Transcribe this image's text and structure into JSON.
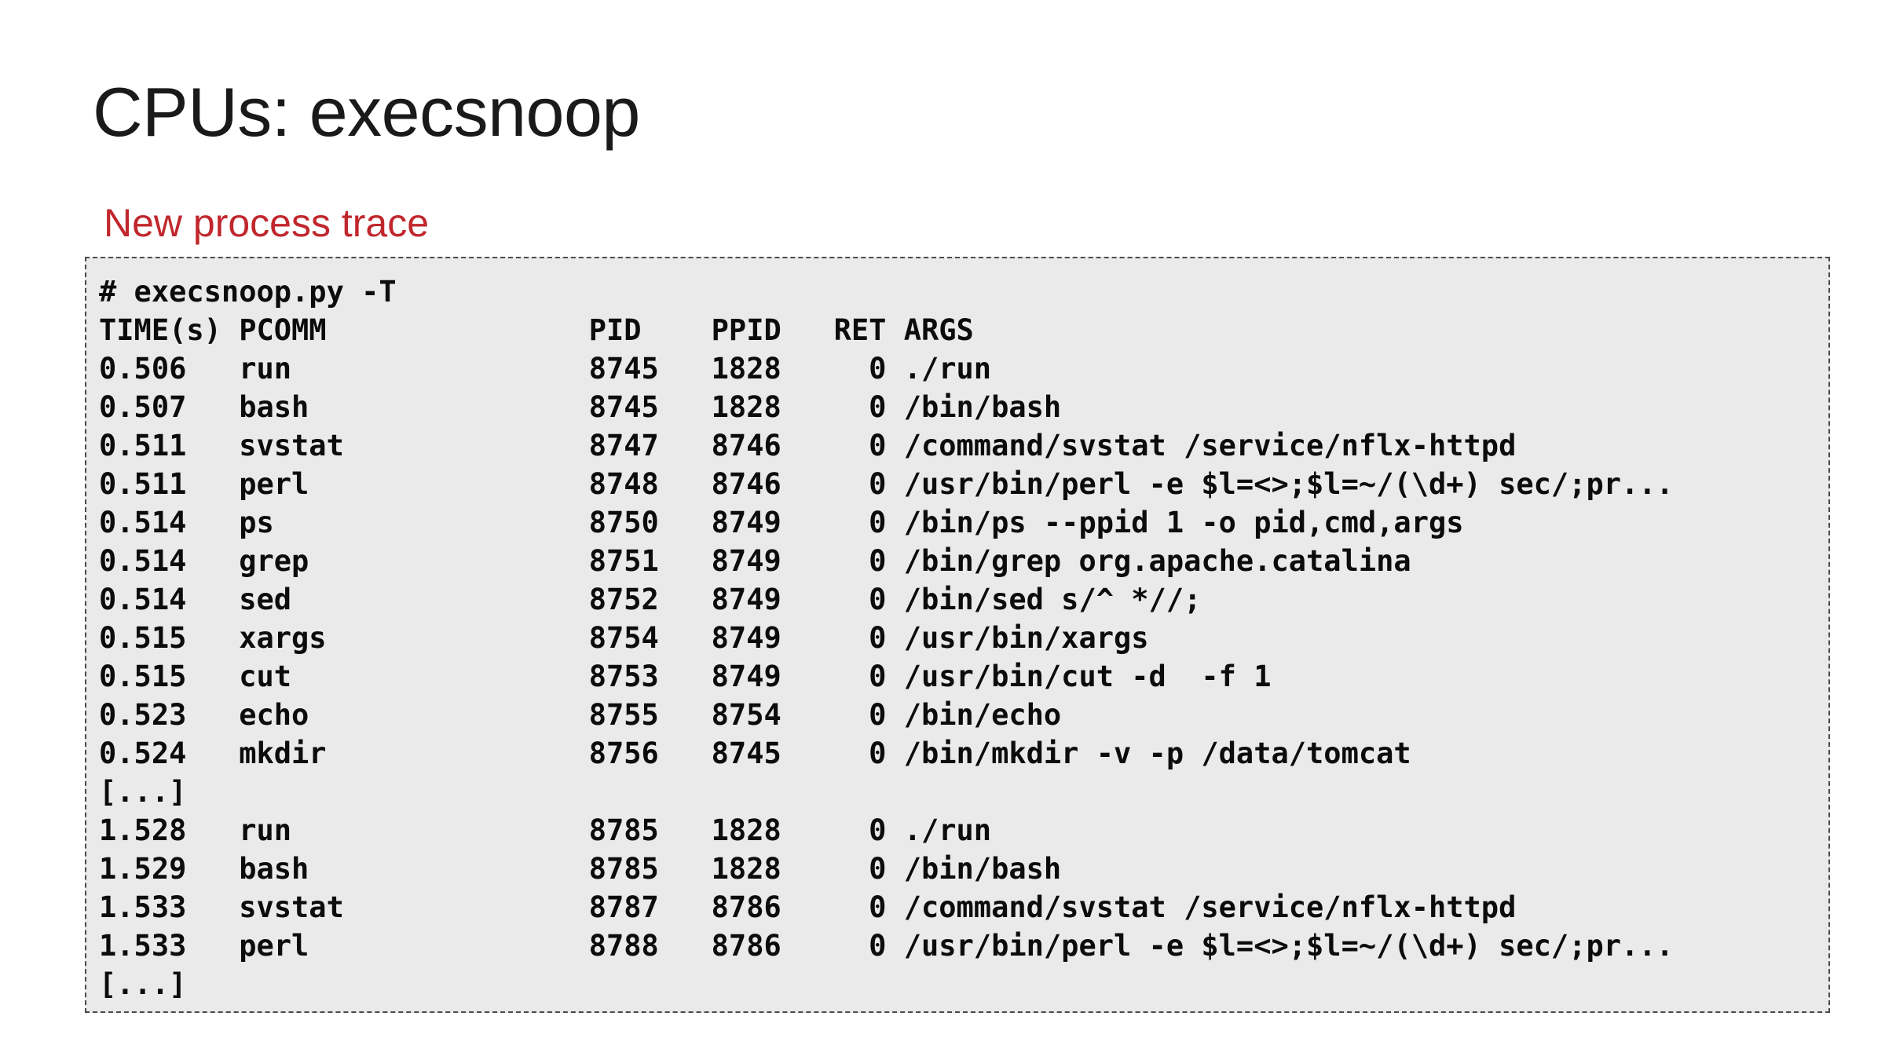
{
  "slide": {
    "title": "CPUs: execsnoop",
    "subtitle": "New process trace",
    "accent_color": "#c1272d",
    "title_color": "#1a1a1a",
    "code_bg": "#eaeaea",
    "code_border": "#4a4a4a"
  },
  "terminal": {
    "command_line": "# execsnoop.py -T",
    "columns": [
      "TIME(s)",
      "PCOMM",
      "PID",
      "PPID",
      "RET",
      "ARGS"
    ],
    "header_line": "TIME(s) PCOMM               PID    PPID   RET ARGS",
    "rows": [
      {
        "time": "0.506",
        "pcomm": "run",
        "pid": "8745",
        "ppid": "1828",
        "ret": "0",
        "args": "./run"
      },
      {
        "time": "0.507",
        "pcomm": "bash",
        "pid": "8745",
        "ppid": "1828",
        "ret": "0",
        "args": "/bin/bash"
      },
      {
        "time": "0.511",
        "pcomm": "svstat",
        "pid": "8747",
        "ppid": "8746",
        "ret": "0",
        "args": "/command/svstat /service/nflx-httpd"
      },
      {
        "time": "0.511",
        "pcomm": "perl",
        "pid": "8748",
        "ppid": "8746",
        "ret": "0",
        "args": "/usr/bin/perl -e $l=<>;$l=~/(\\d+) sec/;pr..."
      },
      {
        "time": "0.514",
        "pcomm": "ps",
        "pid": "8750",
        "ppid": "8749",
        "ret": "0",
        "args": "/bin/ps --ppid 1 -o pid,cmd,args"
      },
      {
        "time": "0.514",
        "pcomm": "grep",
        "pid": "8751",
        "ppid": "8749",
        "ret": "0",
        "args": "/bin/grep org.apache.catalina"
      },
      {
        "time": "0.514",
        "pcomm": "sed",
        "pid": "8752",
        "ppid": "8749",
        "ret": "0",
        "args": "/bin/sed s/^ *//;"
      },
      {
        "time": "0.515",
        "pcomm": "xargs",
        "pid": "8754",
        "ppid": "8749",
        "ret": "0",
        "args": "/usr/bin/xargs"
      },
      {
        "time": "0.515",
        "pcomm": "cut",
        "pid": "8753",
        "ppid": "8749",
        "ret": "0",
        "args": "/usr/bin/cut -d  -f 1"
      },
      {
        "time": "0.523",
        "pcomm": "echo",
        "pid": "8755",
        "ppid": "8754",
        "ret": "0",
        "args": "/bin/echo"
      },
      {
        "time": "0.524",
        "pcomm": "mkdir",
        "pid": "8756",
        "ppid": "8745",
        "ret": "0",
        "args": "/bin/mkdir -v -p /data/tomcat"
      },
      {
        "ellipsis": "[...]"
      },
      {
        "time": "1.528",
        "pcomm": "run",
        "pid": "8785",
        "ppid": "1828",
        "ret": "0",
        "args": "./run"
      },
      {
        "time": "1.529",
        "pcomm": "bash",
        "pid": "8785",
        "ppid": "1828",
        "ret": "0",
        "args": "/bin/bash"
      },
      {
        "time": "1.533",
        "pcomm": "svstat",
        "pid": "8787",
        "ppid": "8786",
        "ret": "0",
        "args": "/command/svstat /service/nflx-httpd"
      },
      {
        "time": "1.533",
        "pcomm": "perl",
        "pid": "8788",
        "ppid": "8786",
        "ret": "0",
        "args": "/usr/bin/perl -e $l=<>;$l=~/(\\d+) sec/;pr..."
      },
      {
        "ellipsis": "[...]"
      }
    ],
    "full_text": "# execsnoop.py -T\nTIME(s) PCOMM               PID    PPID   RET ARGS\n0.506   run                 8745   1828     0 ./run\n0.507   bash                8745   1828     0 /bin/bash\n0.511   svstat              8747   8746     0 /command/svstat /service/nflx-httpd\n0.511   perl                8748   8746     0 /usr/bin/perl -e $l=<>;$l=~/(\\d+) sec/;pr...\n0.514   ps                  8750   8749     0 /bin/ps --ppid 1 -o pid,cmd,args\n0.514   grep                8751   8749     0 /bin/grep org.apache.catalina\n0.514   sed                 8752   8749     0 /bin/sed s/^ *//;\n0.515   xargs               8754   8749     0 /usr/bin/xargs\n0.515   cut                 8753   8749     0 /usr/bin/cut -d  -f 1\n0.523   echo                8755   8754     0 /bin/echo\n0.524   mkdir               8756   8745     0 /bin/mkdir -v -p /data/tomcat\n[...]\n1.528   run                 8785   1828     0 ./run\n1.529   bash                8785   1828     0 /bin/bash\n1.533   svstat              8787   8786     0 /command/svstat /service/nflx-httpd\n1.533   perl                8788   8786     0 /usr/bin/perl -e $l=<>;$l=~/(\\d+) sec/;pr...\n[...]"
  }
}
